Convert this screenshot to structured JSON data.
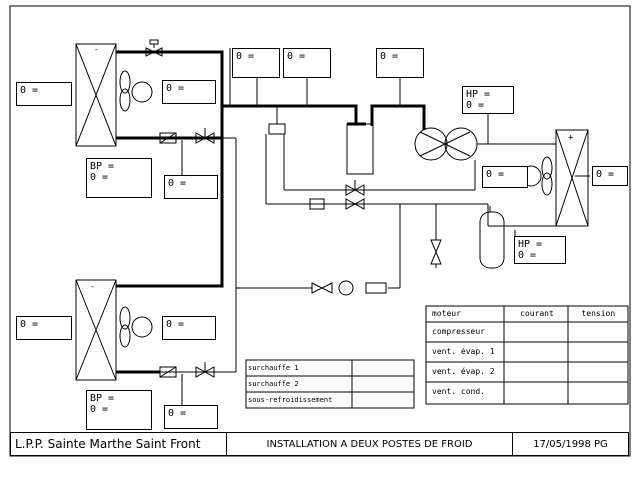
{
  "fields": {
    "evap1_fan_left": "0 =",
    "evap1_fan_right": "0 =",
    "evap1_bp": "BP =\n0 =",
    "evap1_valve": "0 =",
    "top1": "0 =",
    "top2": "0 =",
    "top3": "0 =",
    "hp_top": "HP =\n0 =",
    "cond_fan": "0 =",
    "cond_right": "0 =",
    "hp_bottom": "HP =\n0 =",
    "evap2_fan_left": "0 =",
    "evap2_fan_right": "0 =",
    "evap2_bp": "BP =\n0 =",
    "evap2_valve": "0 ="
  },
  "labels": {
    "evap1_sign": "-",
    "evap2_sign": "-",
    "cond_sign": "+"
  },
  "surchauffe_table": [
    {
      "label": "surchauffe 1",
      "value": ""
    },
    {
      "label": "surchauffe 2",
      "value": ""
    },
    {
      "label": "sous-refroidissement",
      "value": ""
    }
  ],
  "motor_table": {
    "headers": [
      "moteur",
      "courant",
      "tension"
    ],
    "rows": [
      {
        "label": "compresseur",
        "courant": "",
        "tension": ""
      },
      {
        "label": "vent. évap. 1",
        "courant": "",
        "tension": ""
      },
      {
        "label": "vent. évap. 2",
        "courant": "",
        "tension": ""
      },
      {
        "label": "vent. cond.",
        "courant": "",
        "tension": ""
      }
    ]
  },
  "footer": {
    "left": "L.P.P. Sainte Marthe Saint Front",
    "center": "INSTALLATION A DEUX POSTES DE FROID",
    "right": "17/05/1998 PG"
  }
}
